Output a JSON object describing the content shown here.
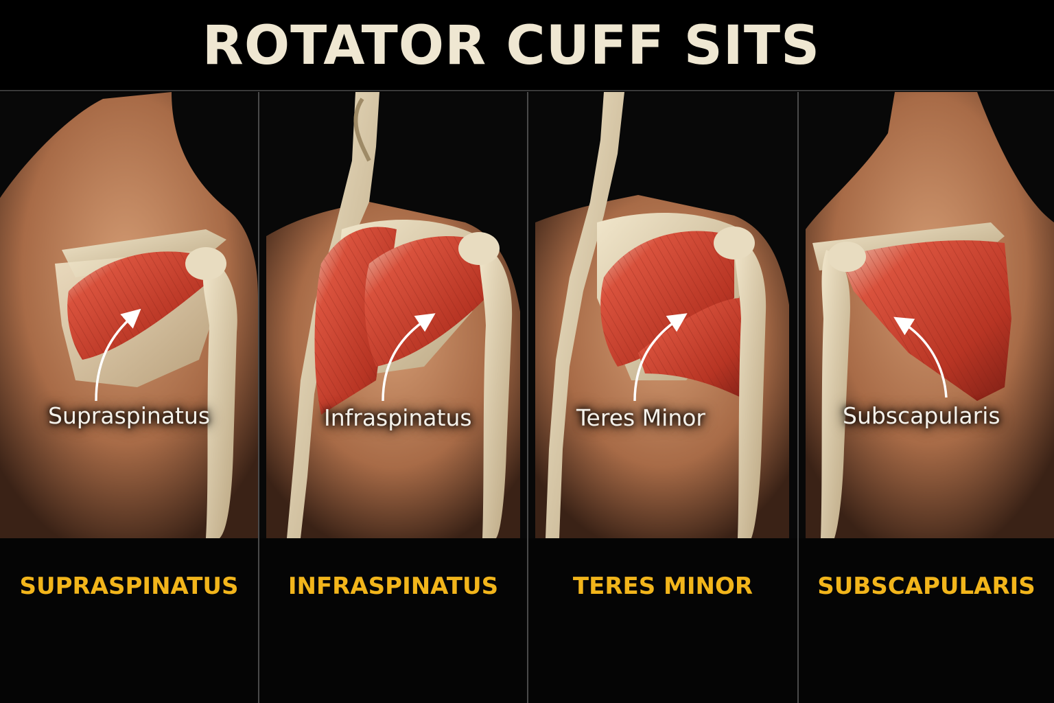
{
  "title": "ROTATOR CUFF SITS",
  "panels": [
    {
      "callout": "Supraspinatus",
      "caption": "SUPRASPINATUS"
    },
    {
      "callout": "Infraspinatus",
      "caption": "INFRASPINATUS"
    },
    {
      "callout": "Teres Minor",
      "caption": "TERES MINOR"
    },
    {
      "callout": "Subscapularis",
      "caption": "SUBSCAPULARIS"
    }
  ],
  "colors": {
    "title": "#efe7d2",
    "caption": "#f2b51b",
    "muscle": "#c8402f",
    "bone": "#e2d3b0",
    "skin": "#b57a55",
    "background": "#000000"
  }
}
